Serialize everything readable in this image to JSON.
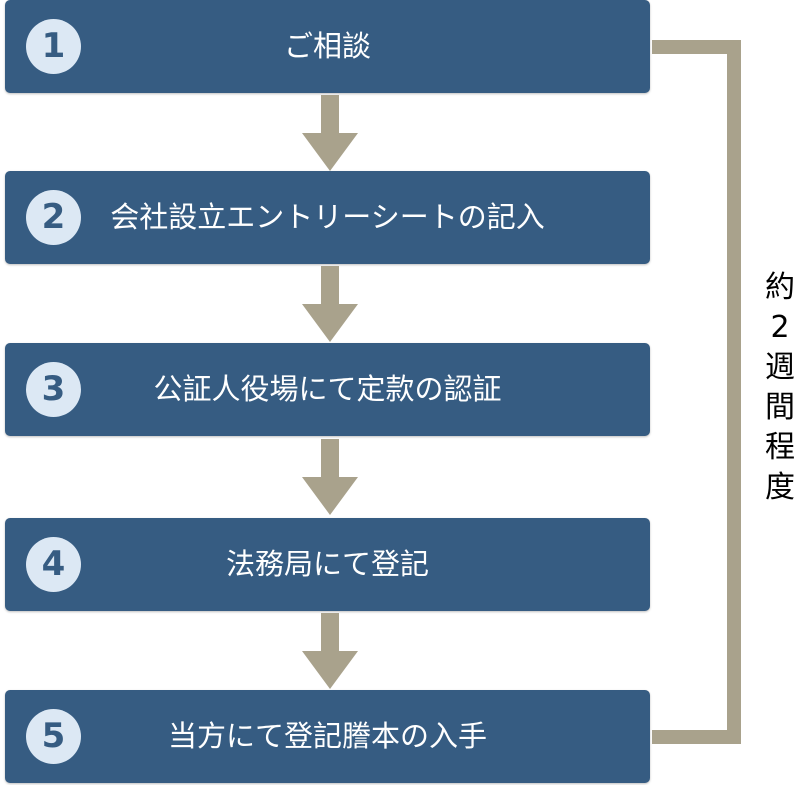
{
  "steps": [
    {
      "number": "1",
      "label": "ご相談"
    },
    {
      "number": "2",
      "label": "会社設立エントリーシートの記入"
    },
    {
      "number": "3",
      "label": "公証人役場にて定款の認証"
    },
    {
      "number": "4",
      "label": "法務局にて登記"
    },
    {
      "number": "5",
      "label": "当方にて登記謄本の入手"
    }
  ],
  "duration": {
    "chars": [
      "約",
      "2",
      "週",
      "間",
      "程",
      "度"
    ]
  },
  "colors": {
    "step_fill": "#365c82",
    "number_circle": "#dce8f4",
    "arrow": "#a9a28c",
    "bracket": "#a9a28c"
  }
}
